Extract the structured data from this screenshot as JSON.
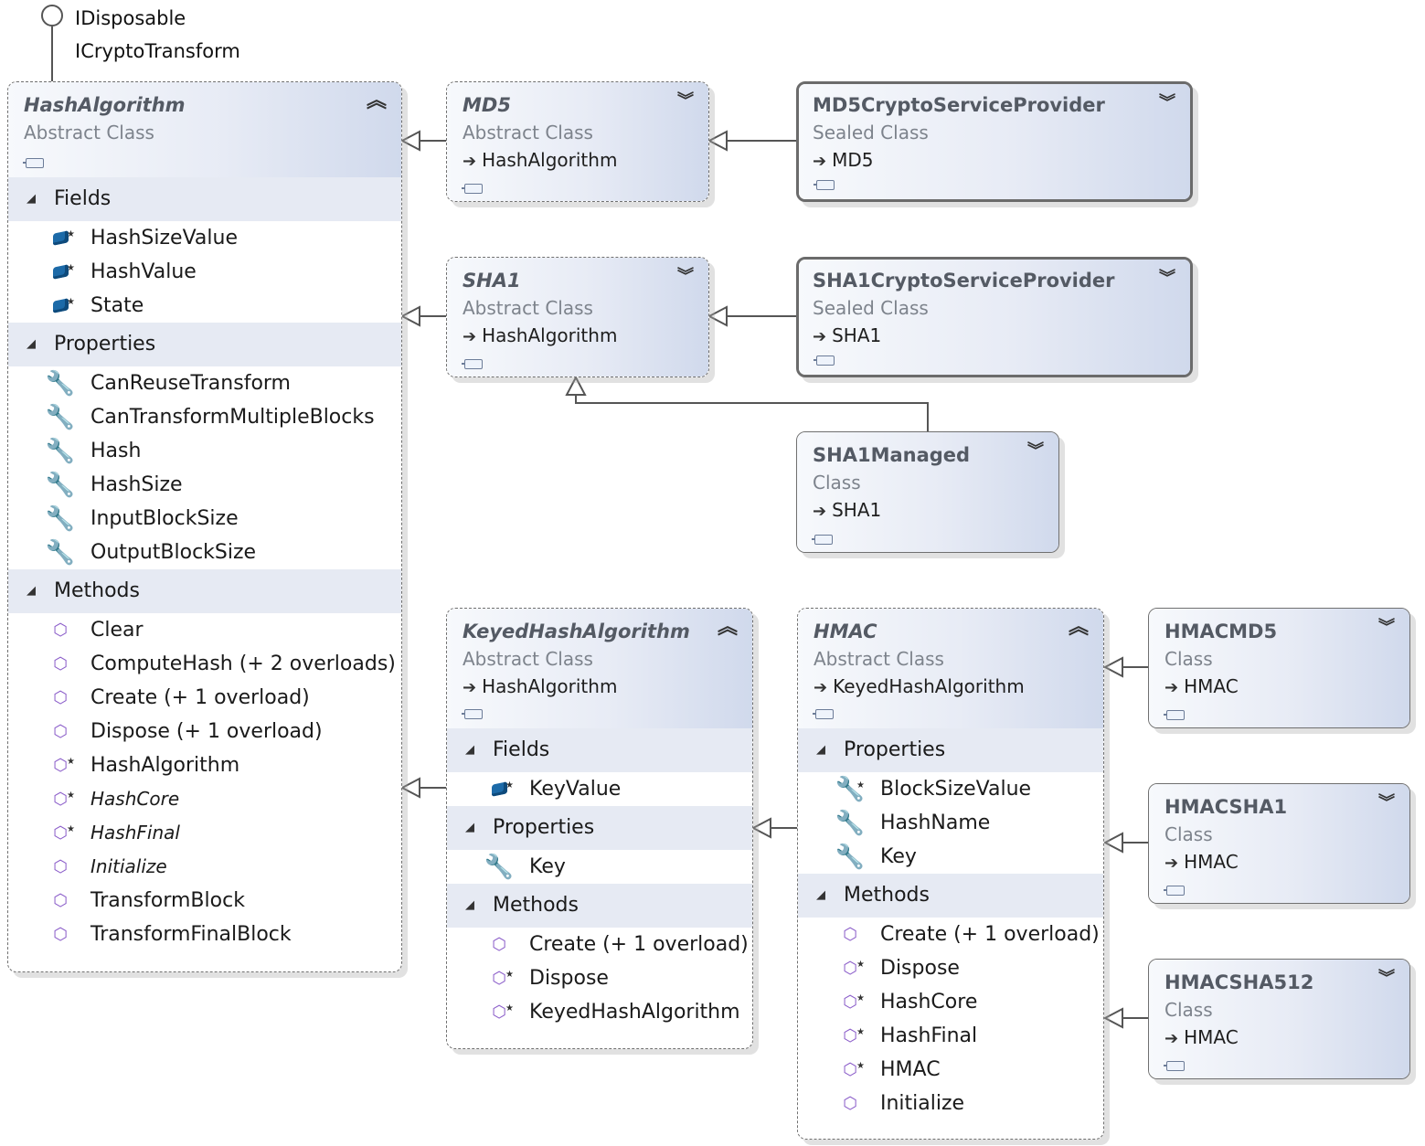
{
  "interfaces": {
    "line1": "IDisposable",
    "line2": "ICryptoTransform"
  },
  "hash_algorithm": {
    "title": "HashAlgorithm",
    "kind": "Abstract Class",
    "sections": {
      "fields": "Fields",
      "properties": "Properties",
      "methods": "Methods"
    },
    "fields": [
      "HashSizeValue",
      "HashValue",
      "State"
    ],
    "properties": [
      "CanReuseTransform",
      "CanTransformMultipleBlocks",
      "Hash",
      "HashSize",
      "InputBlockSize",
      "OutputBlockSize"
    ],
    "methods": [
      "Clear",
      "ComputeHash (+ 2 overloads)",
      "Create (+ 1 overload)",
      "Dispose (+ 1 overload)",
      "HashAlgorithm",
      "HashCore",
      "HashFinal",
      "Initialize",
      "TransformBlock",
      "TransformFinalBlock"
    ]
  },
  "md5": {
    "title": "MD5",
    "kind": "Abstract Class",
    "base": "HashAlgorithm"
  },
  "md5_csp": {
    "title": "MD5CryptoServiceProvider",
    "kind": "Sealed Class",
    "base": "MD5"
  },
  "sha1": {
    "title": "SHA1",
    "kind": "Abstract Class",
    "base": "HashAlgorithm"
  },
  "sha1_csp": {
    "title": "SHA1CryptoServiceProvider",
    "kind": "Sealed Class",
    "base": "SHA1"
  },
  "sha1_managed": {
    "title": "SHA1Managed",
    "kind": "Class",
    "base": "SHA1"
  },
  "keyed": {
    "title": "KeyedHashAlgorithm",
    "kind": "Abstract Class",
    "base": "HashAlgorithm",
    "sections": {
      "fields": "Fields",
      "properties": "Properties",
      "methods": "Methods"
    },
    "fields": [
      "KeyValue"
    ],
    "properties": [
      "Key"
    ],
    "methods": [
      "Create (+ 1 overload)",
      "Dispose",
      "KeyedHashAlgorithm"
    ]
  },
  "hmac": {
    "title": "HMAC",
    "kind": "Abstract Class",
    "base": "KeyedHashAlgorithm",
    "sections": {
      "properties": "Properties",
      "methods": "Methods"
    },
    "properties": [
      "BlockSizeValue",
      "HashName",
      "Key"
    ],
    "methods": [
      "Create (+ 1 overload)",
      "Dispose",
      "HashCore",
      "HashFinal",
      "HMAC",
      "Initialize"
    ]
  },
  "hmacmd5": {
    "title": "HMACMD5",
    "kind": "Class",
    "base": "HMAC"
  },
  "hmacsha1": {
    "title": "HMACSHA1",
    "kind": "Class",
    "base": "HMAC"
  },
  "hmacsha512": {
    "title": "HMACSHA512",
    "kind": "Class",
    "base": "HMAC"
  }
}
